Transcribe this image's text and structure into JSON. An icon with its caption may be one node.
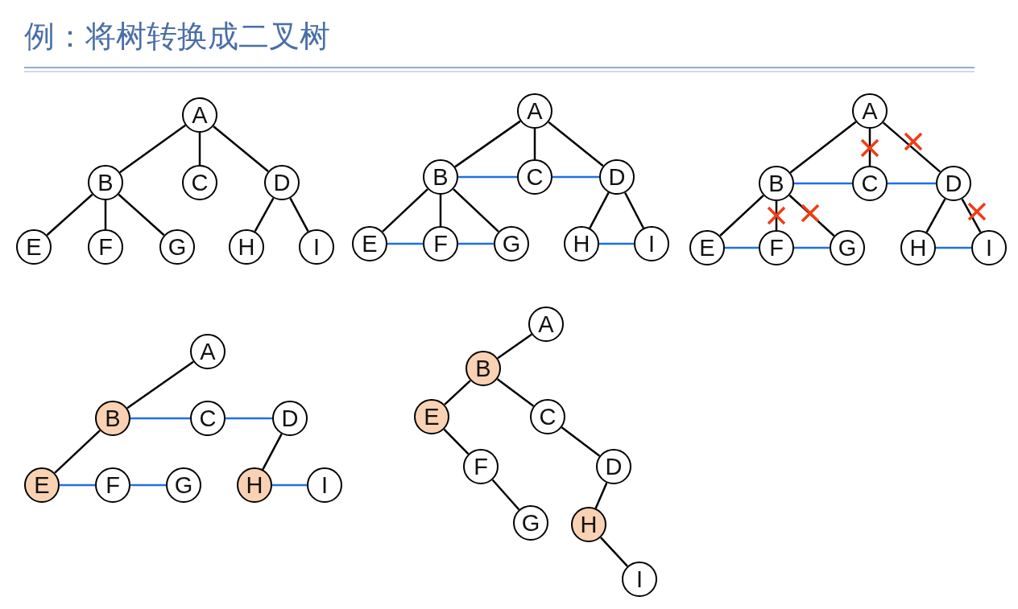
{
  "diagram": {
    "title": "例：将树转换成二叉树",
    "nodes": [
      {
        "text": [
          "A"
        ]
      },
      {
        "text": [
          "B"
        ]
      },
      {
        "text": [
          "C"
        ]
      },
      {
        "text": [
          "D"
        ]
      },
      {
        "text": [
          "E"
        ]
      },
      {
        "text": [
          "F"
        ]
      },
      {
        "text": [
          "G"
        ]
      },
      {
        "text": [
          "H"
        ]
      },
      {
        "text": [
          "I"
        ]
      },
      {
        "text": [
          "A"
        ]
      },
      {
        "text": [
          "B"
        ]
      },
      {
        "text": [
          "C"
        ]
      },
      {
        "text": [
          "D"
        ]
      },
      {
        "text": [
          "E"
        ]
      },
      {
        "text": [
          "F"
        ]
      },
      {
        "text": [
          "G"
        ]
      },
      {
        "text": [
          "H"
        ]
      },
      {
        "text": [
          "I"
        ]
      },
      {
        "text": [
          "A"
        ]
      },
      {
        "text": [
          "B"
        ]
      },
      {
        "text": [
          "C"
        ]
      },
      {
        "text": [
          "D"
        ]
      },
      {
        "text": [
          "E"
        ]
      },
      {
        "text": [
          "F"
        ]
      },
      {
        "text": [
          "G"
        ]
      },
      {
        "text": [
          "H"
        ]
      },
      {
        "text": [
          "I"
        ]
      },
      {
        "text": [
          "A"
        ]
      },
      {
        "text": [
          "B"
        ]
      },
      {
        "text": [
          "C"
        ]
      },
      {
        "text": [
          "D"
        ]
      },
      {
        "text": [
          "E"
        ]
      },
      {
        "text": [
          "F"
        ]
      },
      {
        "text": [
          "G"
        ]
      },
      {
        "text": [
          "H"
        ]
      },
      {
        "text": [
          "I"
        ]
      },
      {
        "text": [
          "A"
        ]
      },
      {
        "text": [
          "B"
        ]
      },
      {
        "text": [
          "C"
        ]
      },
      {
        "text": [
          "D"
        ]
      },
      {
        "text": [
          "E"
        ]
      },
      {
        "text": [
          "F"
        ]
      },
      {
        "text": [
          "G"
        ]
      },
      {
        "text": [
          "H"
        ]
      },
      {
        "text": [
          "I"
        ]
      }
    ],
    "edges": [
      {
        "from": 0,
        "to": 1,
        "arrow": "none"
      },
      {
        "from": 0,
        "to": 2,
        "arrow": "none"
      },
      {
        "from": 0,
        "to": 3,
        "arrow": "none"
      },
      {
        "from": 1,
        "to": 4,
        "arrow": "none"
      },
      {
        "from": 1,
        "to": 5,
        "arrow": "none"
      },
      {
        "from": 1,
        "to": 6,
        "arrow": "none"
      },
      {
        "from": 3,
        "to": 7,
        "arrow": "none"
      },
      {
        "from": 3,
        "to": 8,
        "arrow": "none"
      },
      {
        "from": 9,
        "to": 10,
        "arrow": "none"
      },
      {
        "from": 9,
        "to": 11,
        "arrow": "none"
      },
      {
        "from": 9,
        "to": 12,
        "arrow": "none"
      },
      {
        "from": 10,
        "to": 13,
        "arrow": "none"
      },
      {
        "from": 10,
        "to": 14,
        "arrow": "none"
      },
      {
        "from": 10,
        "to": 15,
        "arrow": "none"
      },
      {
        "from": 12,
        "to": 16,
        "arrow": "none"
      },
      {
        "from": 12,
        "to": 17,
        "arrow": "none"
      },
      {
        "from": 10,
        "to": 11,
        "arrow": "none",
        "color": "#1f6fe5"
      },
      {
        "from": 11,
        "to": 12,
        "arrow": "none",
        "color": "#1f6fe5"
      },
      {
        "from": 13,
        "to": 14,
        "arrow": "none",
        "color": "#1f6fe5"
      },
      {
        "from": 14,
        "to": 15,
        "arrow": "none",
        "color": "#1f6fe5"
      },
      {
        "from": 16,
        "to": 17,
        "arrow": "none",
        "color": "#1f6fe5"
      },
      {
        "from": 18,
        "to": 19,
        "arrow": "none"
      },
      {
        "from": 18,
        "to": 20,
        "arrow": "none"
      },
      {
        "from": 18,
        "to": 21,
        "arrow": "none"
      },
      {
        "from": 19,
        "to": 22,
        "arrow": "none"
      },
      {
        "from": 19,
        "to": 23,
        "arrow": "none"
      },
      {
        "from": 19,
        "to": 24,
        "arrow": "none"
      },
      {
        "from": 21,
        "to": 25,
        "arrow": "none"
      },
      {
        "from": 21,
        "to": 26,
        "arrow": "none"
      },
      {
        "from": 19,
        "to": 20,
        "arrow": "none",
        "color": "#1f6fe5"
      },
      {
        "from": 20,
        "to": 21,
        "arrow": "none",
        "color": "#1f6fe5"
      },
      {
        "from": 22,
        "to": 23,
        "arrow": "none",
        "color": "#1f6fe5"
      },
      {
        "from": 23,
        "to": 24,
        "arrow": "none",
        "color": "#1f6fe5"
      },
      {
        "from": 25,
        "to": 26,
        "arrow": "none",
        "color": "#1f6fe5"
      },
      {
        "from": 27,
        "to": 28,
        "arrow": "none"
      },
      {
        "from": 28,
        "to": 29,
        "arrow": "none",
        "color": "#1f6fe5"
      },
      {
        "from": 29,
        "to": 30,
        "arrow": "none",
        "color": "#1f6fe5"
      },
      {
        "from": 28,
        "to": 31,
        "arrow": "none"
      },
      {
        "from": 31,
        "to": 32,
        "arrow": "none",
        "color": "#1f6fe5"
      },
      {
        "from": 32,
        "to": 33,
        "arrow": "none",
        "color": "#1f6fe5"
      },
      {
        "from": 30,
        "to": 34,
        "arrow": "none"
      },
      {
        "from": 34,
        "to": 35,
        "arrow": "none",
        "color": "#1f6fe5"
      },
      {
        "from": 36,
        "to": 37,
        "arrow": "none"
      },
      {
        "from": 37,
        "to": 40,
        "arrow": "none"
      },
      {
        "from": 37,
        "to": 38,
        "arrow": "none"
      },
      {
        "from": 38,
        "to": 39,
        "arrow": "none"
      },
      {
        "from": 39,
        "to": 43,
        "arrow": "none"
      },
      {
        "from": 43,
        "to": 44,
        "arrow": "none"
      },
      {
        "from": 40,
        "to": 41,
        "arrow": "none"
      },
      {
        "from": 41,
        "to": 42,
        "arrow": "none"
      }
    ]
  }
}
